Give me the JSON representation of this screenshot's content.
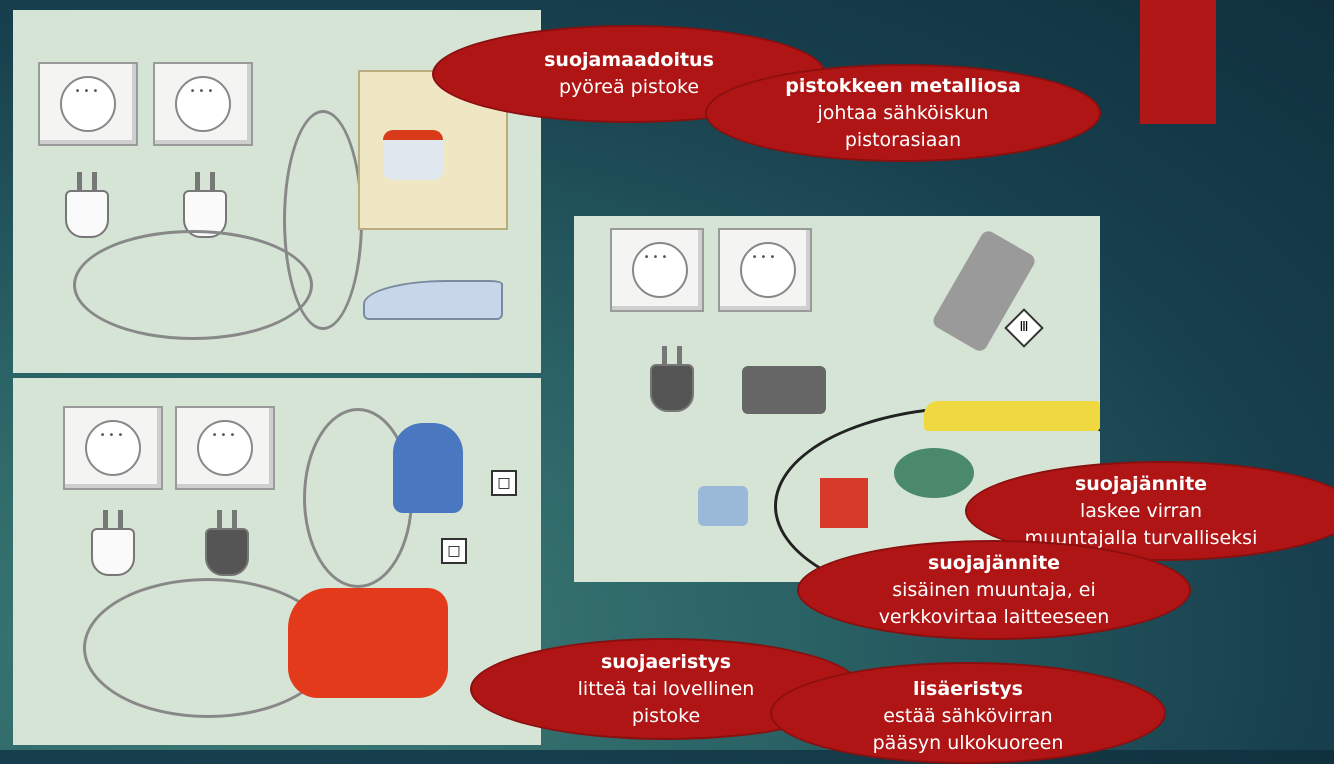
{
  "slide": {
    "accent": "#b01515"
  },
  "bubbles": [
    {
      "title": "suojamaadoitus",
      "lines": [
        "pyöreä pistoke"
      ]
    },
    {
      "title": "pistokkeen metalliosa",
      "lines": [
        "johtaa sähköiskun",
        "pistorasiaan"
      ]
    },
    {
      "title": "suojajännite",
      "lines": [
        "laskee virran",
        "muuntajalla turvalliseksi"
      ]
    },
    {
      "title": "suojajännite",
      "lines": [
        "sisäinen muuntaja, ei",
        "verkkovirtaa laitteeseen"
      ]
    },
    {
      "title": "suojaeristys",
      "lines": [
        "litteä tai lovellinen",
        "pistoke"
      ]
    },
    {
      "title": "lisäeristys",
      "lines": [
        "estää sähkövirran",
        "pääsyn ulkokuoreen"
      ]
    }
  ],
  "icons": {
    "socket": "•••",
    "class2": "□",
    "class3": "Ⅲ"
  }
}
